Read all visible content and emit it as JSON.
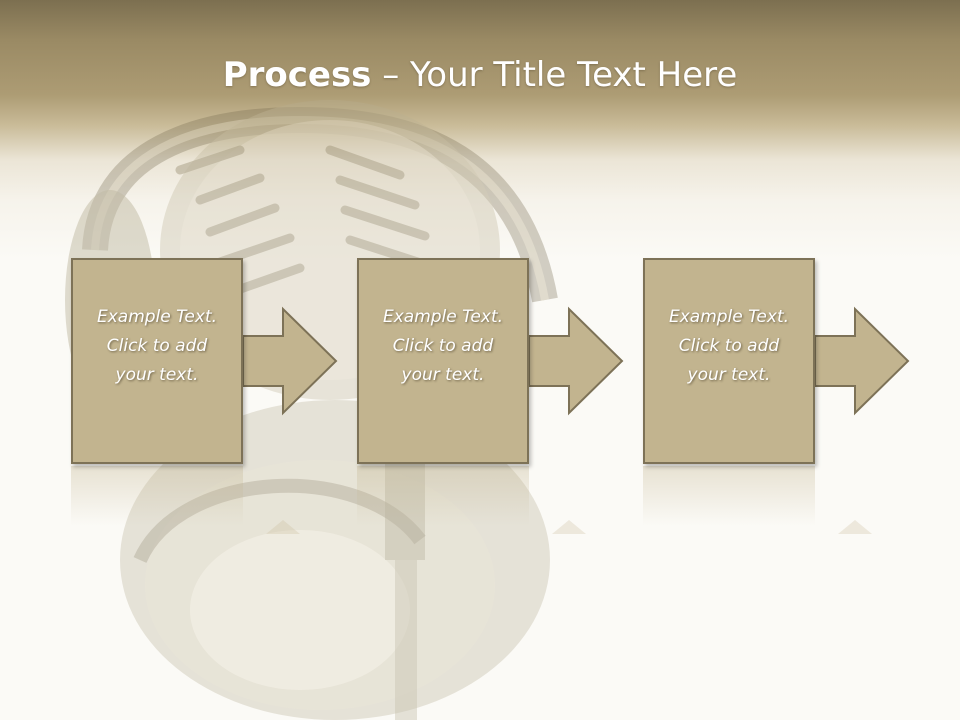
{
  "slide": {
    "title_bold": "Process",
    "title_rest": " – Your Title Text Here",
    "steps": [
      {
        "text": "Example Text.\nClick  to add\nyour text."
      },
      {
        "text": "Example Text.\nClick  to add\nyour text."
      },
      {
        "text": "Example Text.\nClick  to add\nyour text."
      }
    ]
  },
  "colors": {
    "header": "#a99a70",
    "box_fill": "#c2b48f",
    "box_border": "#7d7257",
    "title_text": "#ffffff"
  },
  "background_image": "microphone-with-headphones"
}
